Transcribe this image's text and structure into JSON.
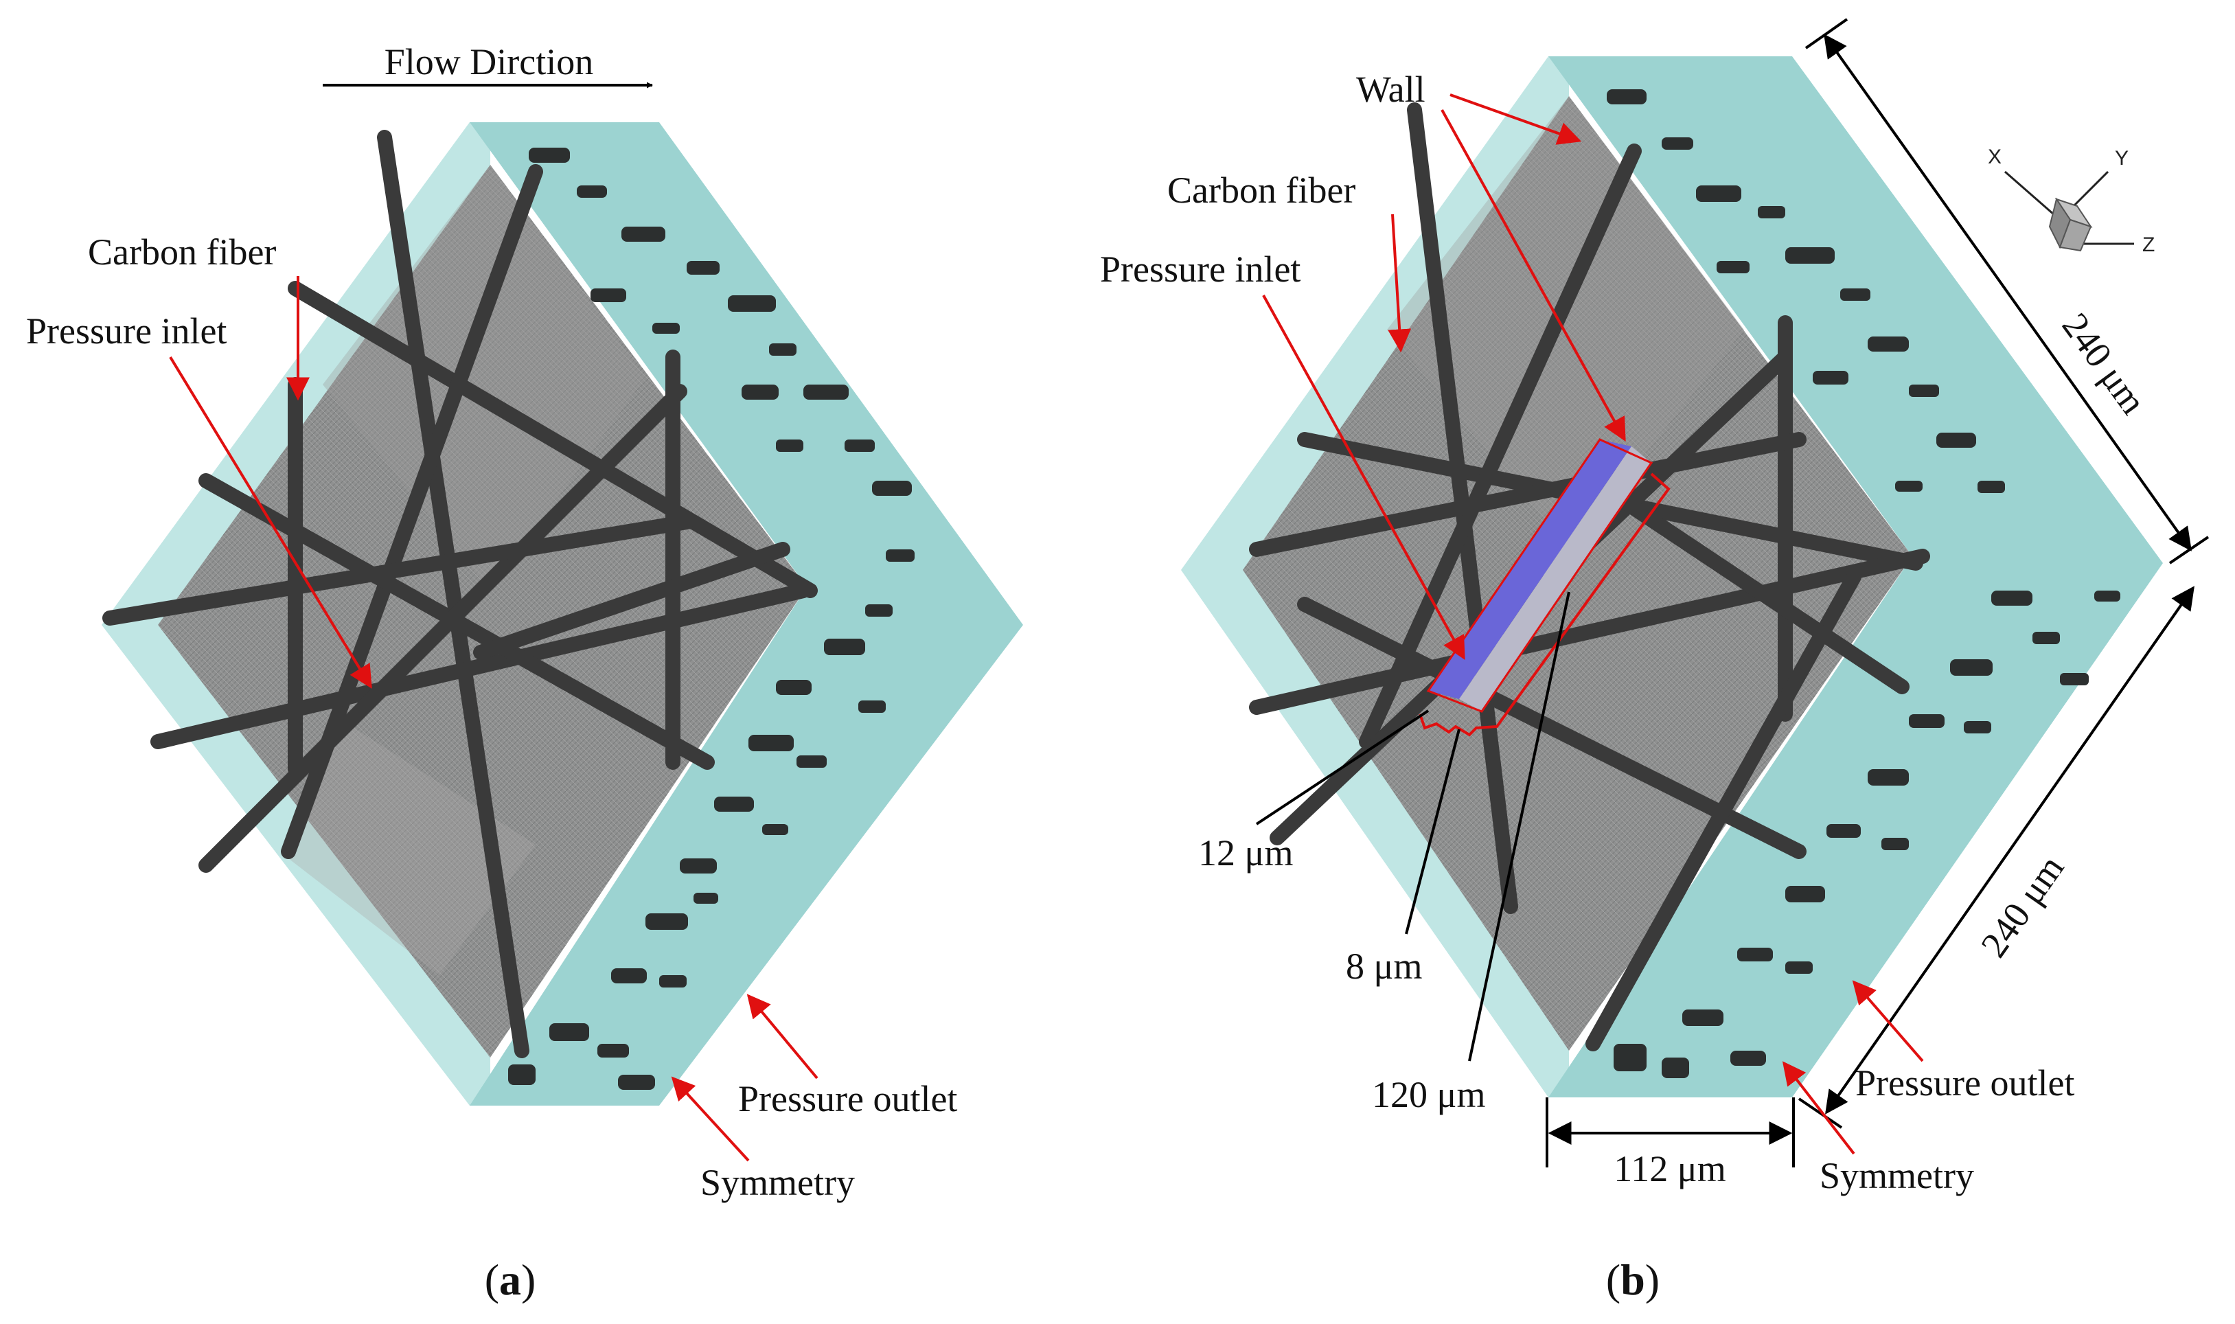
{
  "colors": {
    "background": "#ffffff",
    "fluid_face": "#9cd3d1",
    "fluid_face_light": "#b9e3e1",
    "inlet_face": "#8e8f8f",
    "fiber": "#3a3a3a",
    "fiber_blob": "#2c2f2f",
    "leader_red": "#e01010",
    "leader_black": "#000000",
    "unit_cell_blue": "#6a66d8"
  },
  "panel_a": {
    "flow_direction": "Flow Dirction",
    "carbon_fiber": "Carbon fiber",
    "pressure_inlet": "Pressure inlet",
    "pressure_outlet": "Pressure outlet",
    "symmetry": "Symmetry",
    "caption_open": "(",
    "caption_letter": "a",
    "caption_close": ")"
  },
  "panel_b": {
    "wall": "Wall",
    "carbon_fiber": "Carbon fiber",
    "pressure_inlet": "Pressure inlet",
    "pressure_outlet": "Pressure outlet",
    "symmetry": "Symmetry",
    "dim_12": "12 μm",
    "dim_8": "8 μm",
    "dim_120": "120 μm",
    "dim_112": "112 μm",
    "dim_240_top": "240 μm",
    "dim_240_bottom": "240 μm",
    "axis_x": "X",
    "axis_y": "Y",
    "axis_z": "Z",
    "caption_open": "(",
    "caption_letter": "b",
    "caption_close": ")"
  }
}
